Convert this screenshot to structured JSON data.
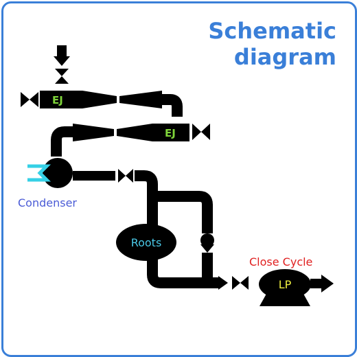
{
  "title": {
    "line1": "Schematic",
    "line2": "diagram"
  },
  "labels": {
    "ej_top": "EJ",
    "ej_bottom": "EJ",
    "condenser": "Condenser",
    "roots": "Roots",
    "close_cycle": "Close Cycle",
    "lp": "LP"
  },
  "colors": {
    "border": "#3a7fd8",
    "title": "#3a7fd8",
    "pipe": "#000000",
    "ej_label": "#7fd43a",
    "condenser_label": "#4a5bd6",
    "roots_label": "#4ac8e6",
    "close_cycle_label": "#e02020",
    "lp_label": "#f0f040",
    "condenser_coil": "#35d0e6"
  }
}
